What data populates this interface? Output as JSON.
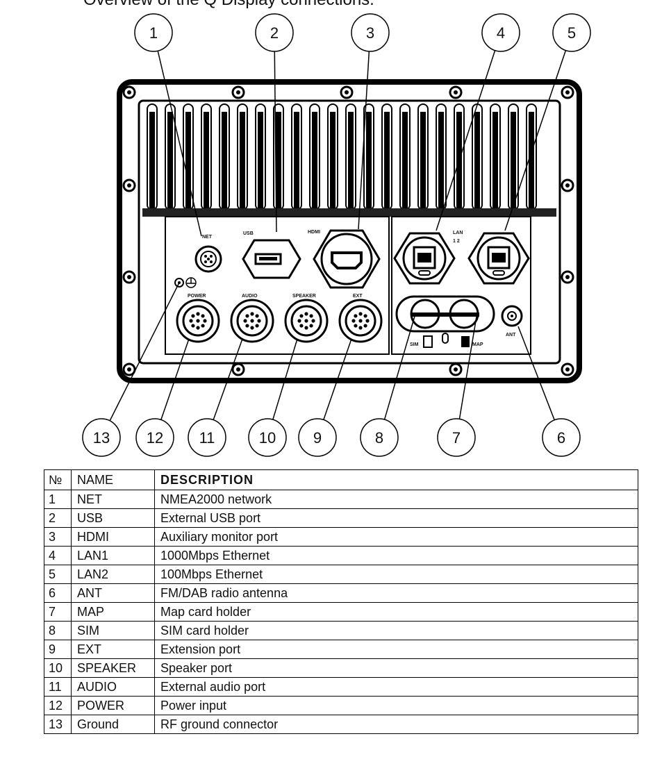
{
  "caption": "Overview of the Q Display connections.",
  "callouts": [
    "1",
    "2",
    "3",
    "4",
    "5",
    "6",
    "7",
    "8",
    "9",
    "10",
    "11",
    "12",
    "13"
  ],
  "port_labels": {
    "net": "NET",
    "usb": "USB",
    "hdmi": "HDMI",
    "lan": "LAN",
    "lan_nums": "1  2",
    "power": "POWER",
    "audio": "AUDIO",
    "speaker": "SPEAKER",
    "ext": "EXT",
    "sim": "SIM",
    "map": "MAP",
    "ant": "ANT"
  },
  "table": {
    "headers": {
      "num": "№",
      "name": "NAME",
      "desc": "DESCRIPTION"
    },
    "rows": [
      {
        "num": "1",
        "name": "NET",
        "desc": "NMEA2000 network"
      },
      {
        "num": "2",
        "name": "USB",
        "desc": "External USB port"
      },
      {
        "num": "3",
        "name": "HDMI",
        "desc": "Auxiliary monitor port"
      },
      {
        "num": "4",
        "name": "LAN1",
        "desc": "1000Mbps Ethernet"
      },
      {
        "num": "5",
        "name": "LAN2",
        "desc": "100Mbps Ethernet"
      },
      {
        "num": "6",
        "name": "ANT",
        "desc": "FM/DAB radio antenna"
      },
      {
        "num": "7",
        "name": "MAP",
        "desc": "Map card holder"
      },
      {
        "num": "8",
        "name": "SIM",
        "desc": "SIM card holder"
      },
      {
        "num": "9",
        "name": "EXT",
        "desc": "Extension port"
      },
      {
        "num": "10",
        "name": "SPEAKER",
        "desc": "Speaker port"
      },
      {
        "num": "11",
        "name": "AUDIO",
        "desc": "External audio port"
      },
      {
        "num": "12",
        "name": "POWER",
        "desc": "Power input"
      },
      {
        "num": "13",
        "name": "Ground",
        "desc": "RF ground connector"
      }
    ]
  }
}
